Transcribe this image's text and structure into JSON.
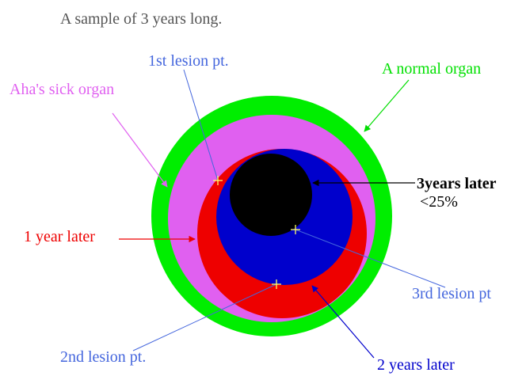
{
  "title": "A sample of 3 years long.",
  "labels": {
    "normal_organ": "A normal organ",
    "sick_organ": "Aha's sick organ",
    "lesion_1": "1st lesion pt.",
    "three_years": "3years later",
    "three_years_pct": "<25%",
    "one_year": "1 year later",
    "lesion_3": "3rd lesion pt",
    "lesion_2": "2nd lesion pt.",
    "two_years": "2 years later"
  },
  "colors": {
    "normal_organ": "#00ee00",
    "sick_organ": "#e060f0",
    "one_year": "#ee0000",
    "two_years": "#0000cc",
    "three_years": "#000000",
    "lesion_marker": "#ffff66",
    "lesion_label": "#4466dd"
  }
}
